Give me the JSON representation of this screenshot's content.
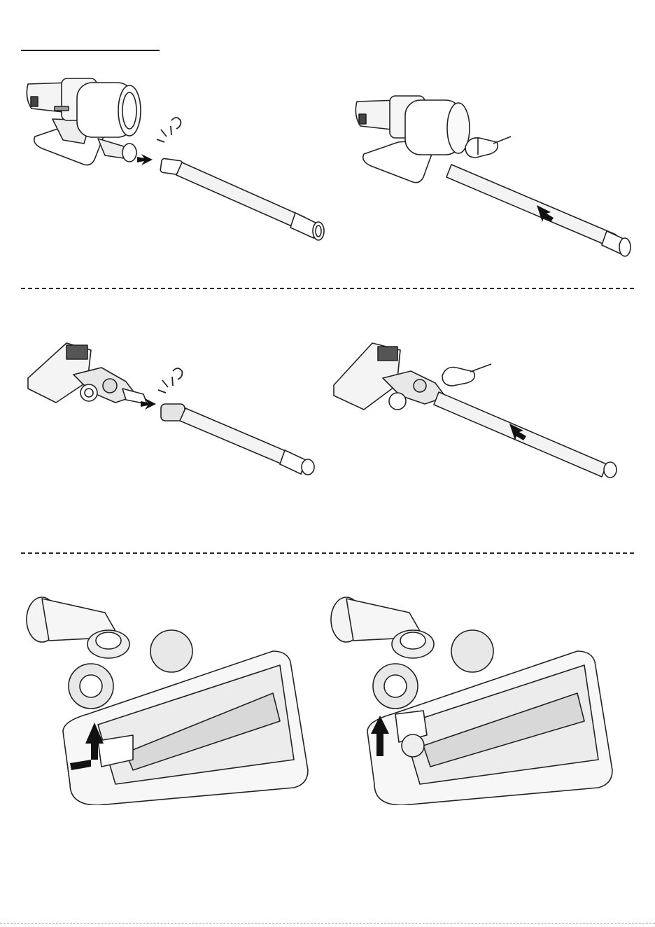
{
  "document": {
    "sections": [
      {
        "id": "attach-tube-to-handheld",
        "steps": [
          "insert-tube",
          "press-release-and-pull"
        ]
      },
      {
        "id": "attach-tube-to-floor-head",
        "steps": [
          "insert-tube",
          "press-release-and-pull"
        ]
      },
      {
        "id": "open-brush-roll-cover",
        "steps": [
          "lift-latch",
          "remove-cover"
        ]
      }
    ],
    "icons": [
      "click-sound-icon",
      "push-arrow-icon",
      "pull-arrow-icon",
      "finger-press-icon",
      "lift-arrow-icon"
    ]
  }
}
